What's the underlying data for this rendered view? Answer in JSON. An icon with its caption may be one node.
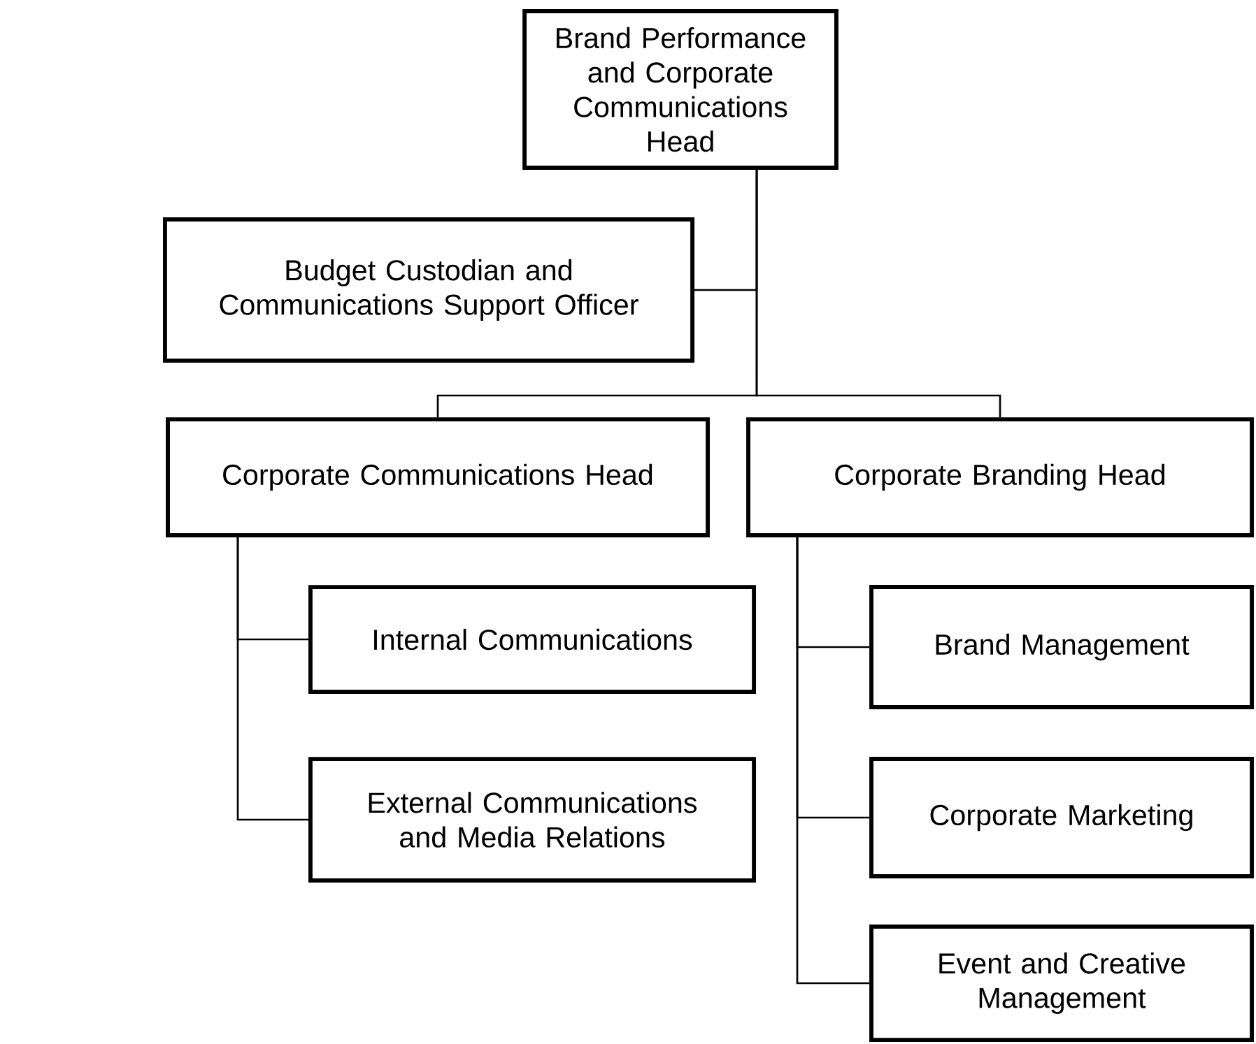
{
  "diagram": {
    "nodes": [
      {
        "text": [
          "Brand Performance and Corporate Communications Head"
        ]
      },
      {
        "text": [
          "Budget Custodian and Communications Support Officer"
        ]
      },
      {
        "text": [
          "Corporate Communications Head"
        ]
      },
      {
        "text": [
          "Corporate Branding Head"
        ]
      },
      {
        "text": [
          "Internal Communications"
        ]
      },
      {
        "text": [
          "External Communications and Media Relations"
        ]
      },
      {
        "text": [
          "Brand Management"
        ]
      },
      {
        "text": [
          "Corporate Marketing"
        ]
      },
      {
        "text": [
          "Event and Creative Management"
        ]
      }
    ],
    "edges": [
      {
        "from": 0,
        "to": 1,
        "arrow": "none"
      },
      {
        "from": 0,
        "to": 2,
        "arrow": "none"
      },
      {
        "from": 0,
        "to": 3,
        "arrow": "none"
      },
      {
        "from": 2,
        "to": 4,
        "arrow": "none"
      },
      {
        "from": 2,
        "to": 5,
        "arrow": "none"
      },
      {
        "from": 3,
        "to": 6,
        "arrow": "none"
      },
      {
        "from": 3,
        "to": 7,
        "arrow": "none"
      },
      {
        "from": 3,
        "to": 8,
        "arrow": "none"
      }
    ]
  }
}
